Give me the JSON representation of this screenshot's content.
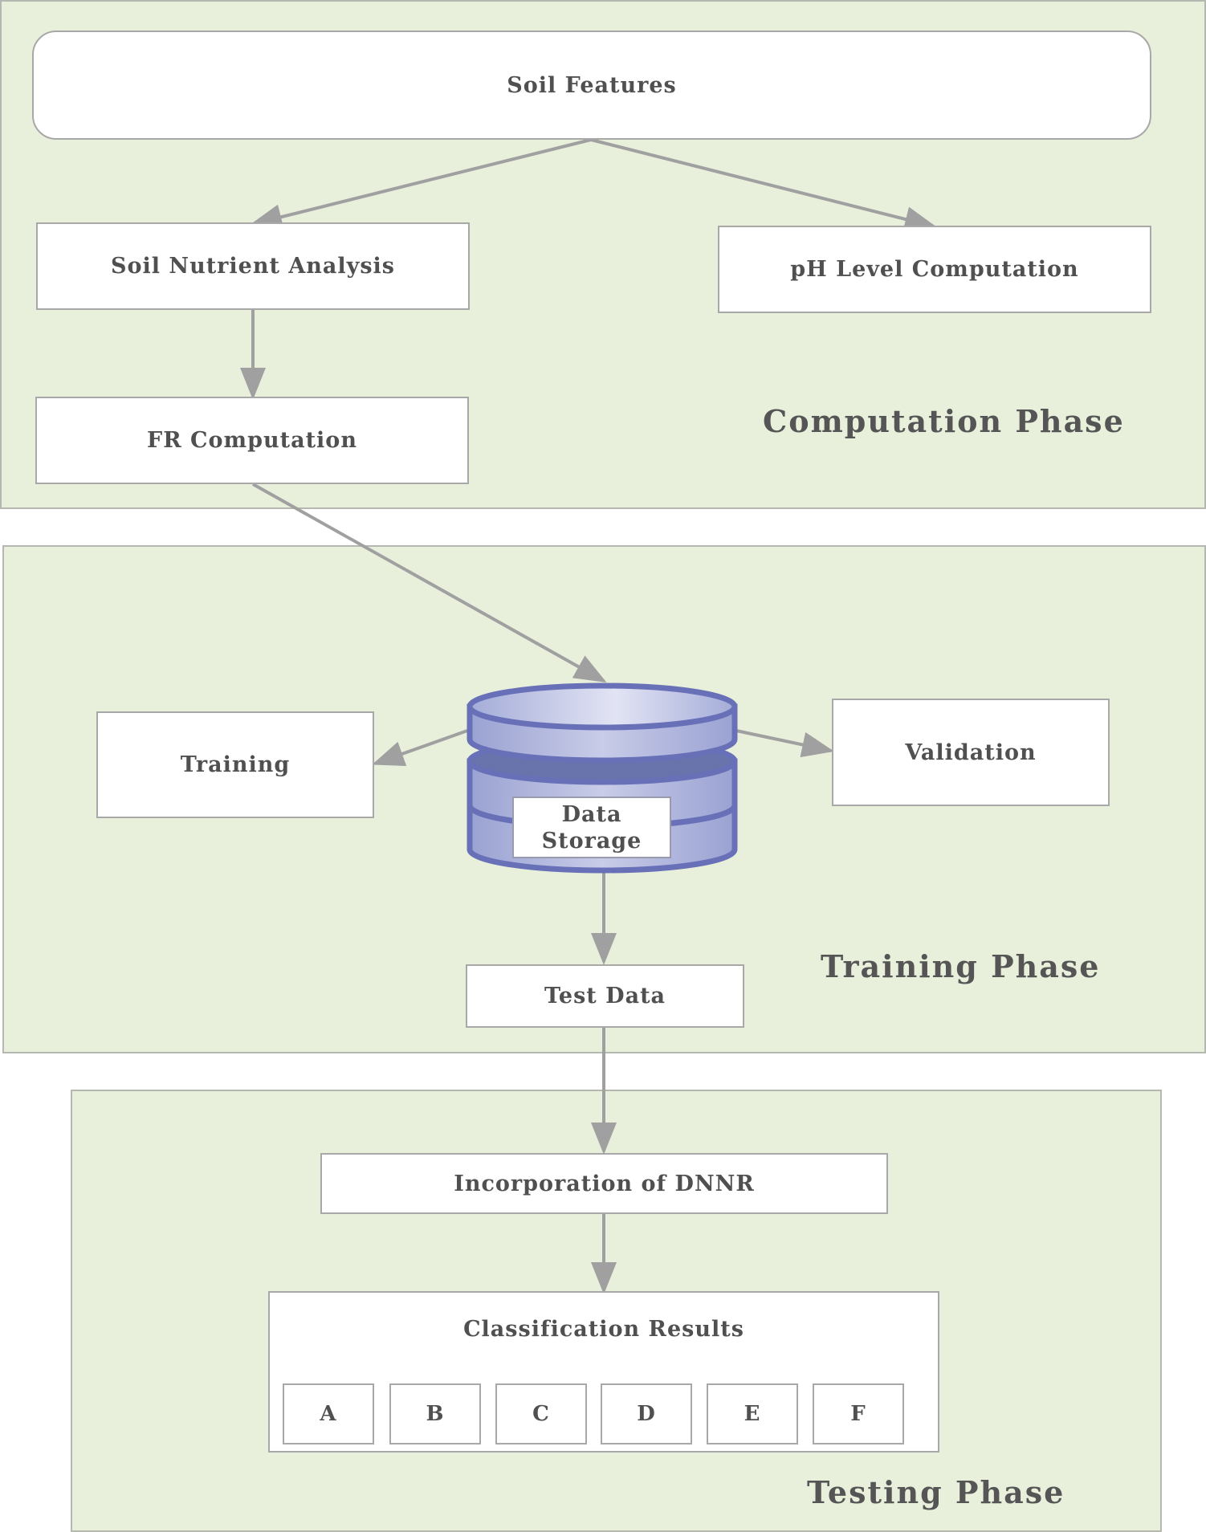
{
  "nodes": {
    "soil_features": "Soil Features",
    "soil_nutrient_analysis": "Soil Nutrient Analysis",
    "ph_level_computation": "pH Level Computation",
    "fr_computation": "FR Computation",
    "training": "Training",
    "validation": "Validation",
    "data_storage_line1": "Data",
    "data_storage_line2": "Storage",
    "test_data": "Test Data",
    "incorporation_dnnr": "Incorporation of DNNR",
    "classification_results": "Classification Results",
    "classes": [
      "A",
      "B",
      "C",
      "D",
      "E",
      "F"
    ]
  },
  "phases": {
    "computation": "Computation Phase",
    "training": "Training Phase",
    "testing": "Testing Phase"
  },
  "colors": {
    "panel_fill": "#e8f0dc",
    "arrow": "#a0a0a0",
    "database_fill": "#a8b0dc",
    "database_stroke": "#6870b8"
  }
}
